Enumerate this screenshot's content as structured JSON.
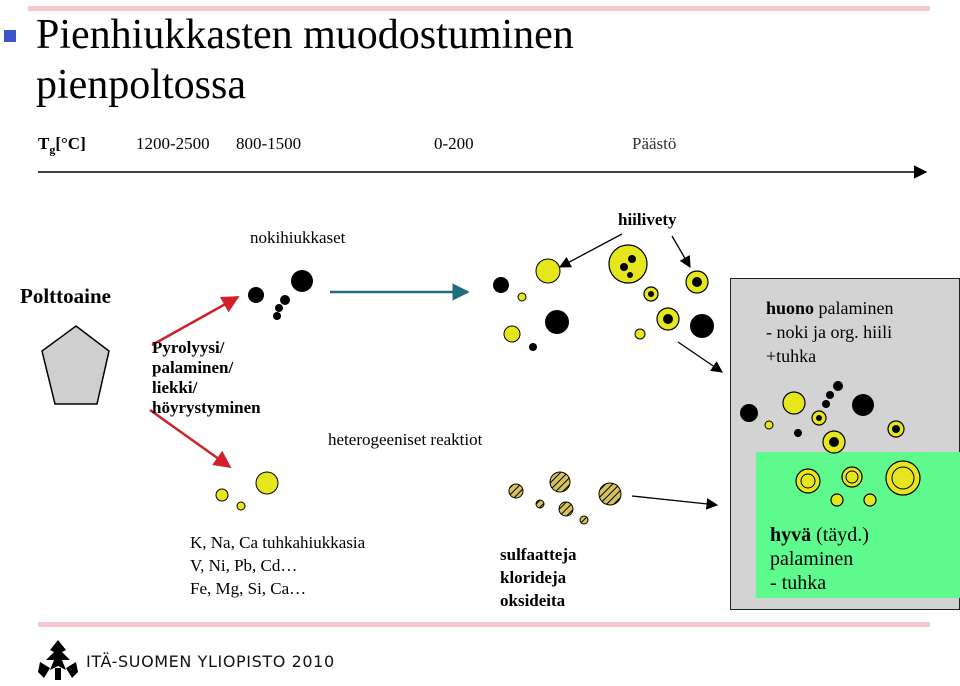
{
  "title": {
    "line1": "Pienhiukkasten muodostuminen",
    "line2": "pienpoltossa"
  },
  "temperature_axis": {
    "label_main": "T",
    "label_sub": "g",
    "label_unit": "[°C]",
    "range_1": "1200-2500",
    "range_2": "800-1500",
    "range_3": "0-200",
    "end_label": "Päästö"
  },
  "labels": {
    "fuel": "Polttoaine",
    "process": [
      "Pyrolyysi/",
      "palaminen/",
      "liekki/",
      "höyrystyminen"
    ],
    "soot_particles": "nokihiukkaset",
    "hydrocarbons": "hiilivety",
    "heterogeneous": "heterogeeniset reaktiot",
    "ash_elements": [
      "K, Na, Ca tuhkahiukkasia",
      "V, Ni, Pb, Cd…",
      "Fe, Mg, Si, Ca…"
    ],
    "compounds": [
      "sulfaatteja",
      "kloridejа",
      "oksideita"
    ]
  },
  "poor_combustion": {
    "bold": "huono",
    "line1_rest": " palaminen",
    "line2": "- noki ja org. hiili",
    "line3": "+tuhka"
  },
  "good_combustion": {
    "bold": "hyvä",
    "line1_rest": " (täyd.)",
    "line2": "palaminen",
    "line3": "- tuhka"
  },
  "footer": {
    "text": "ITÄ-SUOMEN YLIOPISTO 2010"
  },
  "colors": {
    "bullet": "#3a55c8",
    "rule": "#f2c9cf",
    "arrow_red": "#d0202a",
    "arrow_teal": "#1f6d80",
    "particle_yellow": "#e6e61e",
    "box_gray": "#d3d3d3",
    "box_green": "#5efa8e"
  }
}
